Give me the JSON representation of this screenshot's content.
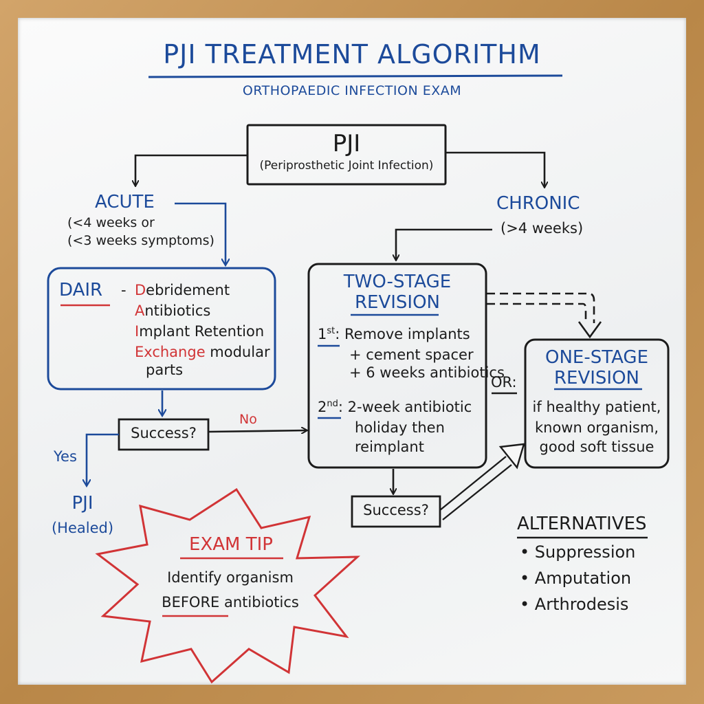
{
  "header": {
    "title": "PJI TREATMENT ALGORITHM",
    "subtitle": "ORTHOPAEDIC INFECTION EXAM"
  },
  "root": {
    "label": "PJI",
    "detail": "(Periprosthetic Joint Infection)"
  },
  "acute": {
    "label": "ACUTE",
    "line1": "(<4 weeks or",
    "line2": "(<3 weeks symptoms)"
  },
  "chronic": {
    "label": "CHRONIC",
    "detail": "(>4 weeks)"
  },
  "dair": {
    "acronym": "DAIR",
    "dash": "-",
    "items": [
      {
        "initial": "D",
        "rest": "ebridement"
      },
      {
        "initial": "A",
        "rest": "ntibiotics"
      },
      {
        "initial": "I",
        "rest": "mplant Retention"
      },
      {
        "initial": "Exchange",
        "rest": " modular"
      }
    ],
    "cont": "parts"
  },
  "decision1": {
    "label": "Success?",
    "yes": "Yes",
    "no": "No"
  },
  "healed": {
    "label": "PJI",
    "detail": "(Healed)"
  },
  "two_stage": {
    "title1": "TWO-STAGE",
    "title2": "REVISION",
    "first_num": "1",
    "first_sup": "st",
    "first_lines": [
      ": Remove implants",
      "+ cement spacer",
      "+ 6 weeks antibiotics"
    ],
    "second_num": "2",
    "second_sup": "nd",
    "second_lines": [
      ": 2-week antibiotic",
      "holiday then",
      "reimplant"
    ]
  },
  "or_label": "OR:",
  "one_stage": {
    "title1": "ONE-STAGE",
    "title2": "REVISION",
    "lines": [
      "if healthy patient,",
      "known organism,",
      "good soft tissue"
    ]
  },
  "decision2": {
    "label": "Success?"
  },
  "exam_tip": {
    "title": "EXAM TIP",
    "line1": "Identify organism",
    "line2_emph": "BEFORE",
    "line2_rest": " antibiotics"
  },
  "alternatives": {
    "title": "ALTERNATIVES",
    "items": [
      "• Suppression",
      "• Amputation",
      "• Arthrodesis"
    ]
  }
}
